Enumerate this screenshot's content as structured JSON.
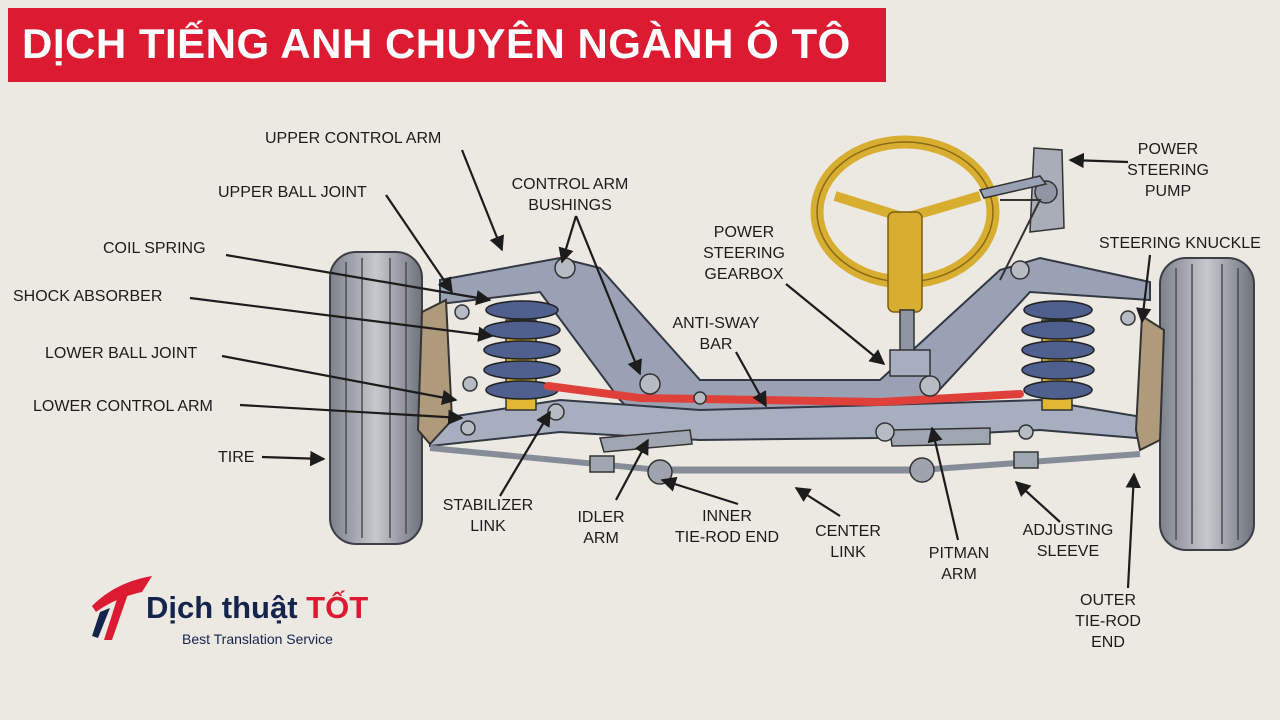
{
  "banner": {
    "title": "DỊCH TIẾNG ANH CHUYÊN NGÀNH Ô TÔ"
  },
  "labels": {
    "upper_control_arm": "UPPER CONTROL ARM",
    "upper_ball_joint": "UPPER BALL JOINT",
    "coil_spring": "COIL SPRING",
    "shock_absorber": "SHOCK ABSORBER",
    "lower_ball_joint": "LOWER BALL JOINT",
    "lower_control_arm": "LOWER CONTROL ARM",
    "tire": "TIRE",
    "control_arm_bushings": [
      "CONTROL ARM",
      "BUSHINGS"
    ],
    "power_steering_gearbox": [
      "POWER",
      "STEERING",
      "GEARBOX"
    ],
    "anti_sway_bar": [
      "ANTI-SWAY",
      "BAR"
    ],
    "power_steering_pump": [
      "POWER",
      "STEERING",
      "PUMP"
    ],
    "steering_knuckle": "STEERING KNUCKLE",
    "stabilizer_link": [
      "STABILIZER",
      "LINK"
    ],
    "idler_arm": [
      "IDLER",
      "ARM"
    ],
    "inner_tie_rod_end": [
      "INNER",
      "TIE-ROD END"
    ],
    "center_link": [
      "CENTER",
      "LINK"
    ],
    "pitman_arm": [
      "PITMAN",
      "ARM"
    ],
    "adjusting_sleeve": [
      "ADJUSTING",
      "SLEEVE"
    ],
    "outer_tie_rod_end": [
      "OUTER",
      "TIE-ROD",
      "END"
    ]
  },
  "logo": {
    "title_main": "Dịch thuật ",
    "title_accent": "TỐT",
    "subtitle": "Best Translation Service",
    "icon": "brand-t-icon"
  },
  "colors": {
    "banner": "#dc1a32",
    "background": "#ece8e2",
    "sway_bar": "#e0403a",
    "frame": "#9aa1b4",
    "steering_wheel": "#d8ae30",
    "spring": "#4f5f8e",
    "brand_navy": "#15244d"
  }
}
